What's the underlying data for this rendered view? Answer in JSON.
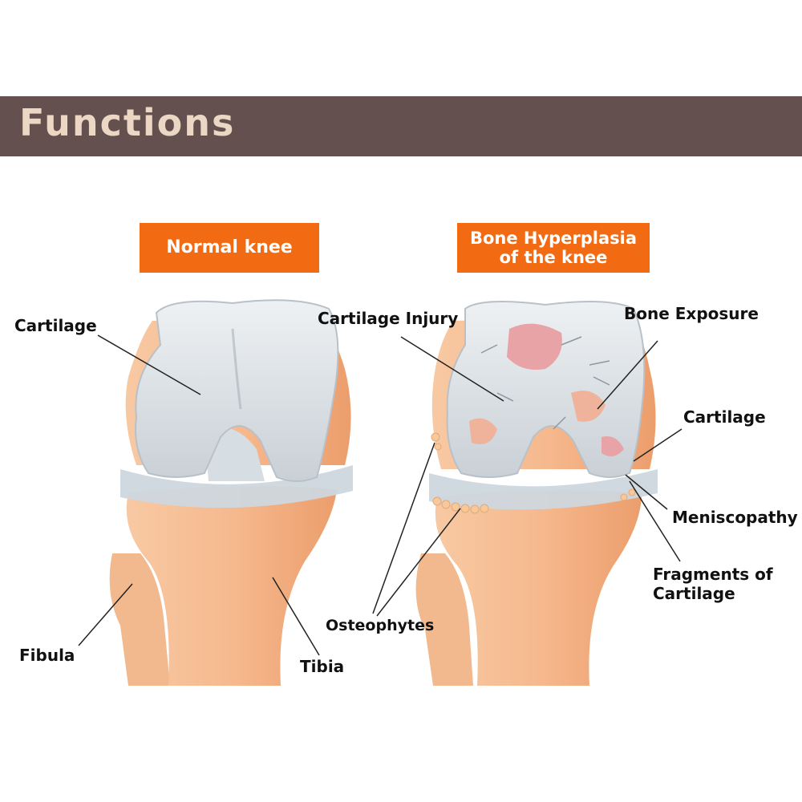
{
  "header": {
    "title": "Functions"
  },
  "panels": {
    "normal": {
      "title": "Normal knee"
    },
    "diseased": {
      "title": "Bone Hyperplasia\nof the knee"
    }
  },
  "labels": {
    "cartilage_left": "Cartilage",
    "fibula": "Fibula",
    "tibia": "Tibia",
    "cartilage_injury": "Cartilage Injury",
    "bone_exposure": "Bone Exposure",
    "cartilage_right": "Cartilage",
    "meniscopathy": "Meniscopathy",
    "fragments": "Fragments of\nCartilage",
    "osteophytes": "Osteophytes"
  },
  "colors": {
    "banner": "#64514f",
    "banner_text": "#ecd7c4",
    "tag": "#f26a12",
    "bone": "#f2b283",
    "cartilage": "#dfe4e8",
    "lesion": "#e8a3a6"
  }
}
